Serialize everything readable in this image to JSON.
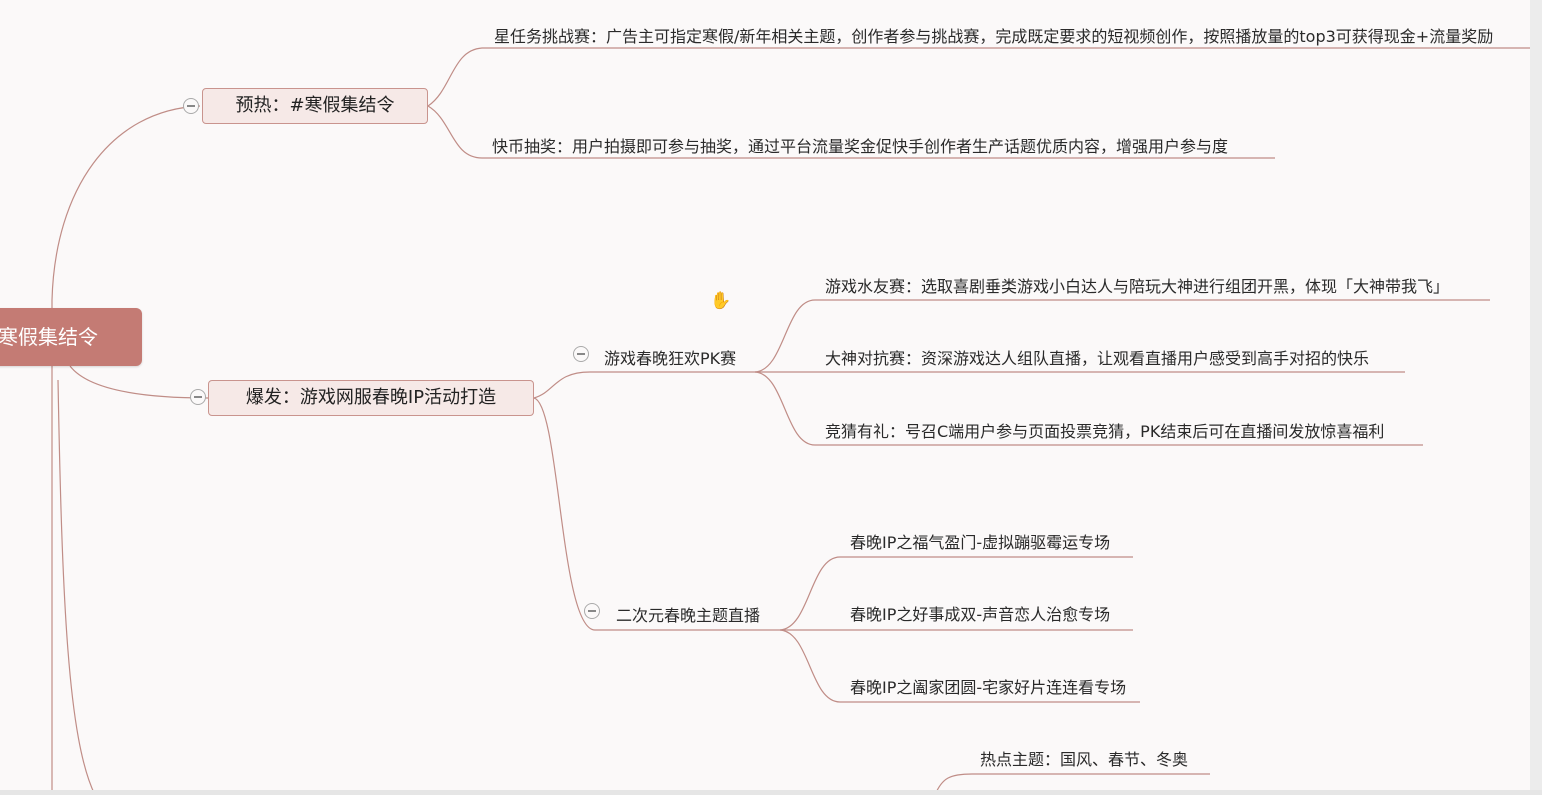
{
  "root": {
    "label": "寒假集结令"
  },
  "branches": [
    {
      "label": "预热：#寒假集结令",
      "children": [
        {
          "label": "星任务挑战赛：广告主可指定寒假/新年相关主题，创作者参与挑战赛，完成既定要求的短视频创作，按照播放量的top3可获得现金+流量奖励"
        },
        {
          "label": "快币抽奖：用户拍摄即可参与抽奖，通过平台流量奖金促快手创作者生产话题优质内容，增强用户参与度"
        }
      ]
    },
    {
      "label": "爆发：游戏网服春晚IP活动打造",
      "children": [
        {
          "label": "游戏春晚狂欢PK赛",
          "children": [
            {
              "label": "游戏水友赛：选取喜剧垂类游戏小白达人与陪玩大神进行组团开黑，体现「大神带我飞」"
            },
            {
              "label": "大神对抗赛：资深游戏达人组队直播，让观看直播用户感受到高手对招的快乐"
            },
            {
              "label": "竞猜有礼：号召C端用户参与页面投票竞猜，PK结束后可在直播间发放惊喜福利"
            }
          ]
        },
        {
          "label": "二次元春晚主题直播",
          "children": [
            {
              "label": "春晚IP之福气盈门-虚拟蹦驱霉运专场"
            },
            {
              "label": "春晚IP之好事成双-声音恋人治愈专场"
            },
            {
              "label": "春晚IP之阖家团圆-宅家好片连连看专场"
            }
          ]
        }
      ]
    },
    {
      "label": "",
      "children": [
        {
          "label": "热点主题：国风、春节、冬奥"
        }
      ]
    }
  ],
  "colors": {
    "root": "#c47b74",
    "box_fill": "#f6e9e7",
    "box_border": "#c9948e",
    "edge": "#c08d87"
  },
  "icons": {
    "cursor": "hand-cursor-icon",
    "collapse": "collapse-circle-icon"
  }
}
